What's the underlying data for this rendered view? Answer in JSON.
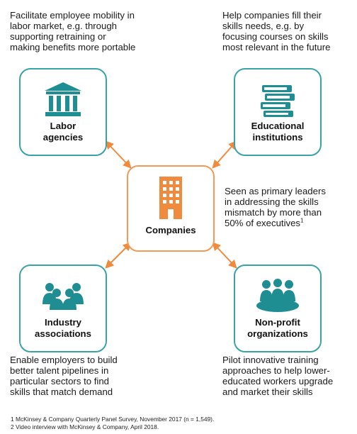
{
  "descriptions": {
    "top_left": [
      "Facilitate employee mobility in",
      "labor market, e.g. through",
      "supporting retraining or",
      "making benefits more portable"
    ],
    "top_right": [
      "Help companies fill their",
      "skills needs, e.g. by",
      "focusing courses on skills",
      "most relevant in the future"
    ],
    "middle_right": [
      "Seen as primary leaders",
      "in addressing the skills",
      "mismatch by more than",
      "50% of executives"
    ],
    "middle_right_sup": "1",
    "bottom_left": [
      "Enable employers to build",
      "better talent pipelines in",
      "particular sectors to find",
      "skills that match demand"
    ],
    "bottom_right": [
      "Pilot innovative training",
      "approaches to help lower-",
      "educated workers upgrade",
      "and market their skills"
    ]
  },
  "nodes": {
    "labor": {
      "line1": "Labor",
      "line2": "agencies",
      "icon": "government-building-icon"
    },
    "education": {
      "line1": "Educational",
      "line2": "institutions",
      "icon": "stack-of-books-icon"
    },
    "companies": {
      "line1": "Companies",
      "icon": "office-building-icon"
    },
    "industry": {
      "line1": "Industry",
      "line2": "associations",
      "icon": "group-of-people-icon"
    },
    "nonprofit": {
      "line1": "Non-profit",
      "line2": "organizations",
      "icon": "meeting-table-icon"
    }
  },
  "colors": {
    "teal": "#3aa3a7",
    "orange": "#f19a5a",
    "icon_teal": "#1f8e93",
    "icon_orange": "#f08a3c"
  },
  "footnotes": [
    "1  McKinsey & Company Quarterly Panel Survey, November 2017 (n = 1,549).",
    "2  Video interview with McKinsey & Company, April 2018."
  ]
}
